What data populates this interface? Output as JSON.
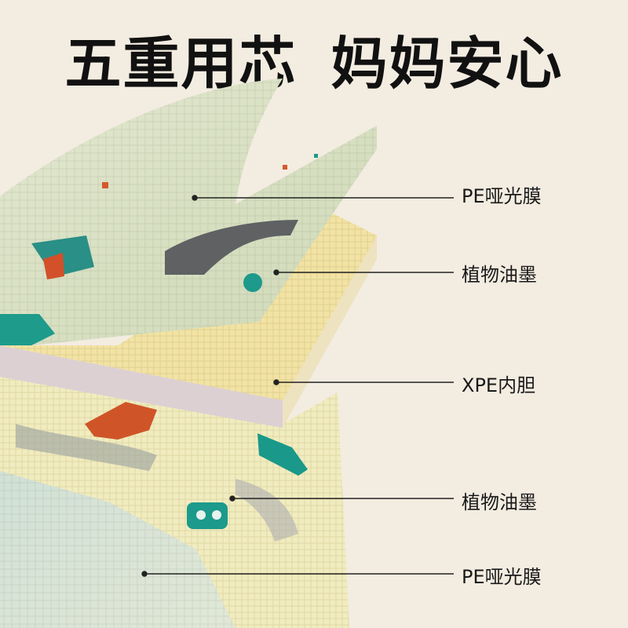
{
  "title": {
    "part1": "五重用芯",
    "part2": "妈妈安心"
  },
  "layers": [
    {
      "label": "PE哑光膜"
    },
    {
      "label": "植物油墨"
    },
    {
      "label": "XPE内胆"
    },
    {
      "label": "植物油墨"
    },
    {
      "label": "PE哑光膜"
    }
  ],
  "colors": {
    "background": "#f3ece1",
    "film_top": "#dde3c8",
    "print_top": "#f2e3a6",
    "xpe_side": "#e9dfe0",
    "print_bottom": "#f3efc4",
    "film_bottom": "#cfe0d4",
    "teal": "#1a9a8a",
    "orange": "#d2532a",
    "gray": "#6a6a6a"
  }
}
